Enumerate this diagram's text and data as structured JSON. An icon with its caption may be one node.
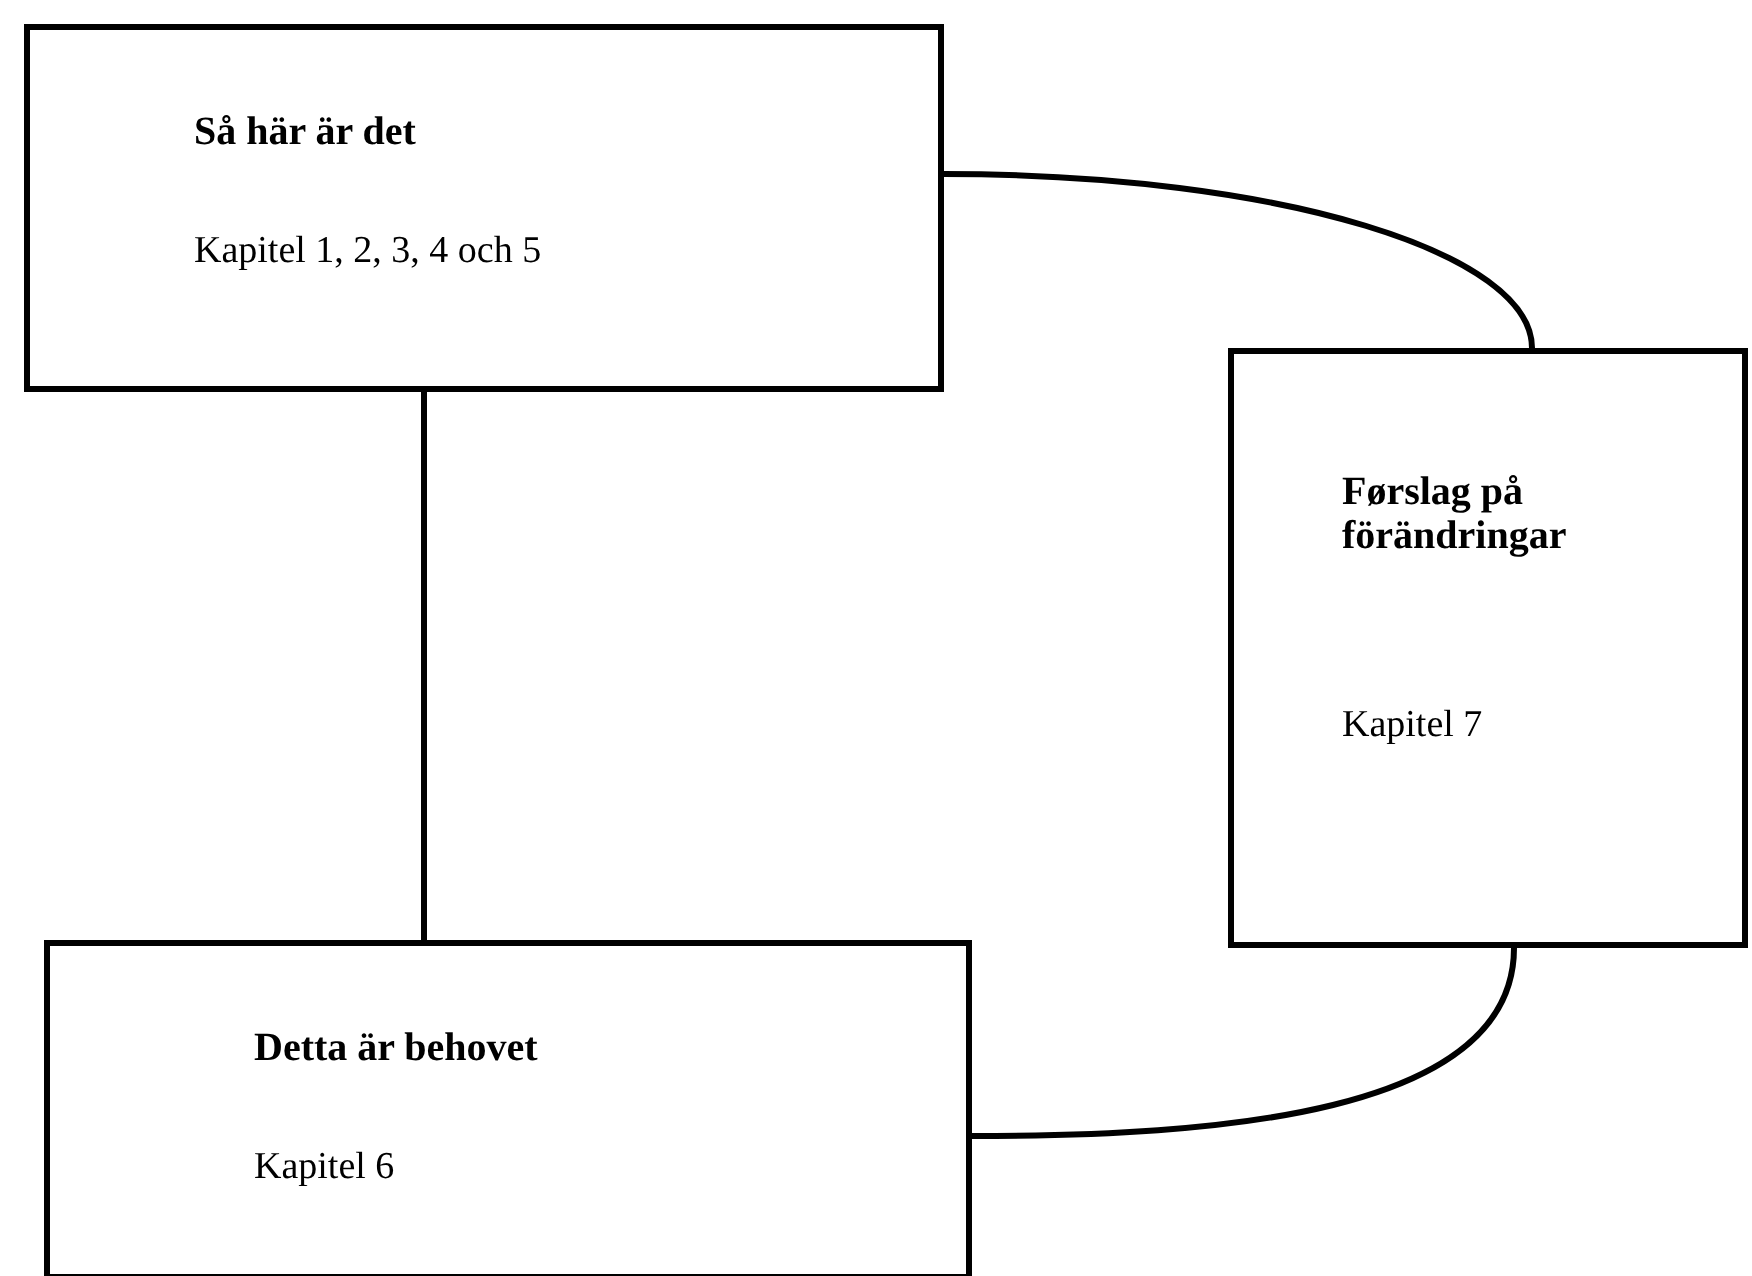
{
  "diagram": {
    "nodes": [
      {
        "text": [
          "Så här är det",
          "Kapitel 1, 2, 3, 4 och 5"
        ]
      },
      {
        "text": [
          "Førslag på förändringar",
          "Kapitel 7"
        ]
      },
      {
        "text": [
          "Detta är behovet",
          "Kapitel 6"
        ]
      }
    ],
    "edges": [
      {
        "from": 0,
        "to": 1,
        "arrow": "none"
      },
      {
        "from": 0,
        "to": 2,
        "arrow": "none"
      },
      {
        "from": 1,
        "to": 2,
        "arrow": "none"
      }
    ]
  }
}
